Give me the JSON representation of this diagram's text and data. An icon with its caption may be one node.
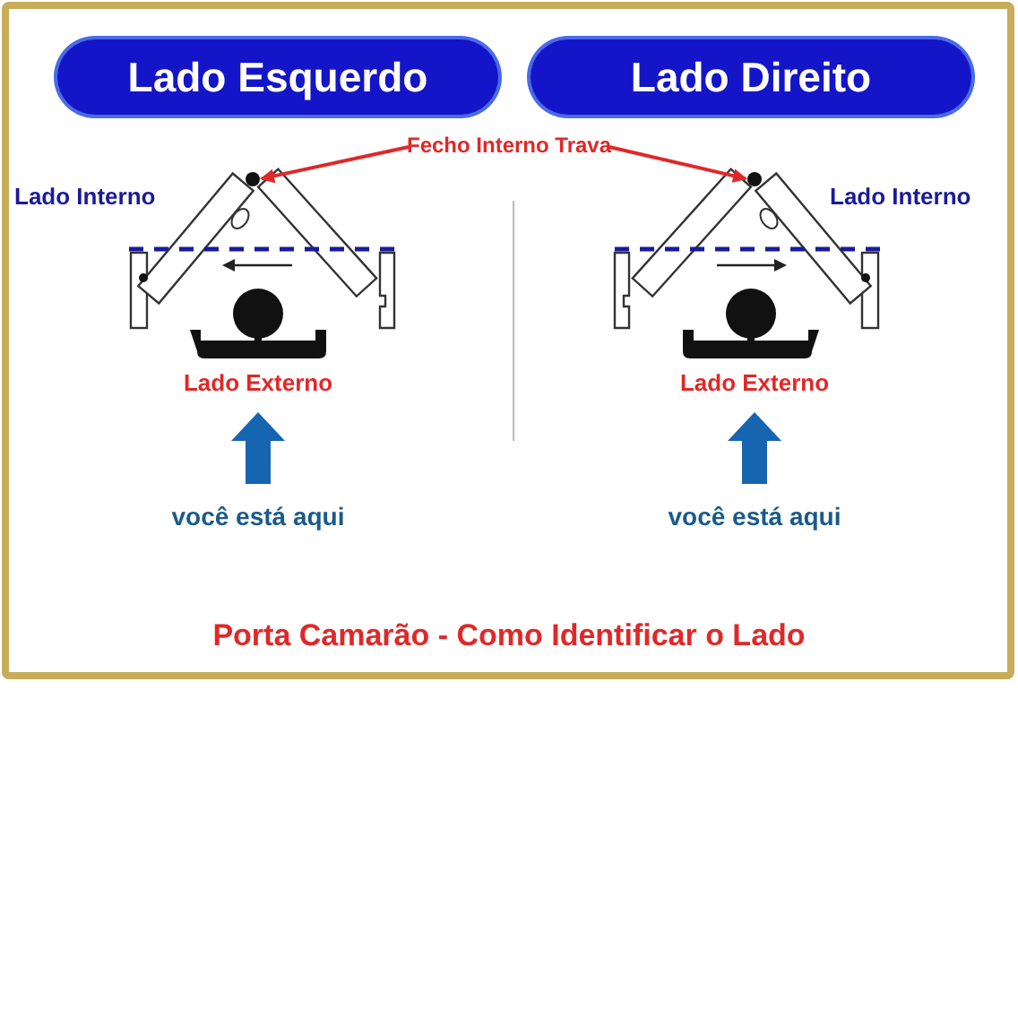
{
  "diagram": {
    "caption": "Porta Camarão - Como Identificar o Lado",
    "nodes": [
      {
        "text": [
          "Lado Esquerdo"
        ]
      },
      {
        "text": [
          "Lado Direito"
        ]
      },
      {
        "text": [
          "Fecho Interno Trava"
        ]
      },
      {
        "text": [],
        "shape": "circle"
      },
      {
        "text": [],
        "shape": "circle"
      }
    ],
    "edges": [
      {
        "from": 2,
        "to": 3,
        "arrow": "to"
      },
      {
        "from": 2,
        "to": 4,
        "arrow": "to"
      }
    ],
    "labels": [
      "Lado Interno",
      "Lado Interno",
      "Lado Externo",
      "Lado Externo",
      "você está aqui",
      "você está aqui"
    ]
  }
}
